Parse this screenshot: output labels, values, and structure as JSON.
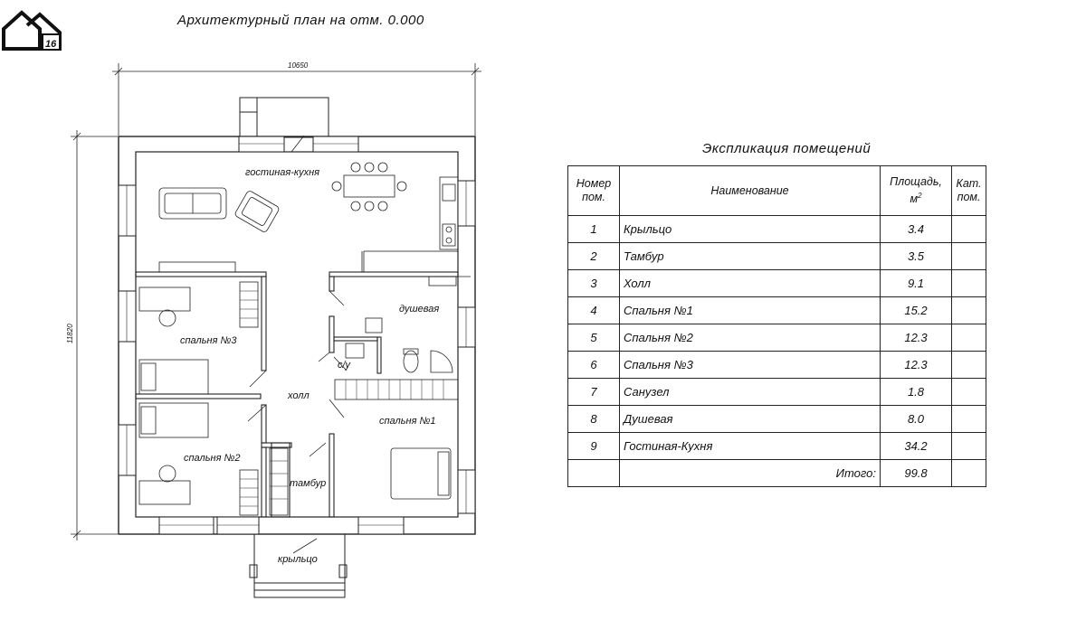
{
  "plan_title": "Архитектурный план на отм. 0.000",
  "logo_text": "16",
  "dimensions": {
    "width": "10650",
    "height": "11820"
  },
  "rooms": {
    "living_kitchen": "гостиная-кухня",
    "shower": "душевая",
    "bedroom3": "спальня №3",
    "wc": "с/у",
    "hall": "холл",
    "bedroom1": "спальня №1",
    "bedroom2": "спальня №2",
    "vestibule": "тамбур",
    "porch": "крыльцо"
  },
  "explication": {
    "title": "Экспликация помещений",
    "headers": {
      "num_line1": "Номер",
      "num_line2": "пом.",
      "name": "Наименование",
      "area_line1": "Площадь,",
      "area_line2": "м",
      "area_sup": "2",
      "cat_line1": "Кат.",
      "cat_line2": "пом."
    },
    "rows": [
      {
        "num": "1",
        "name": "Крыльцо",
        "area": "3.4"
      },
      {
        "num": "2",
        "name": "Тамбур",
        "area": "3.5"
      },
      {
        "num": "3",
        "name": "Холл",
        "area": "9.1"
      },
      {
        "num": "4",
        "name": "Спальня №1",
        "area": "15.2"
      },
      {
        "num": "5",
        "name": "Спальня №2",
        "area": "12.3"
      },
      {
        "num": "6",
        "name": "Спальня №3",
        "area": "12.3"
      },
      {
        "num": "7",
        "name": "Санузел",
        "area": "1.8"
      },
      {
        "num": "8",
        "name": "Душевая",
        "area": "8.0"
      },
      {
        "num": "9",
        "name": "Гостиная-Кухня",
        "area": "34.2"
      }
    ],
    "total_label": "Итого:",
    "total_value": "99.8"
  }
}
